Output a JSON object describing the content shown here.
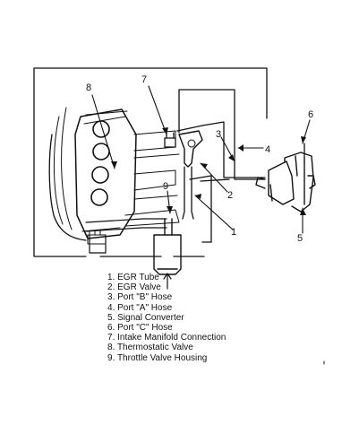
{
  "diagram": {
    "callouts": [
      "8",
      "7",
      "6",
      "3",
      "4",
      "9",
      "2",
      "1",
      "5"
    ]
  },
  "legend": [
    {
      "num": "1",
      "label": "EGR Tube"
    },
    {
      "num": "2",
      "label": "EGR Valve"
    },
    {
      "num": "3",
      "label": "Port \"B\" Hose"
    },
    {
      "num": "4",
      "label": "Port \"A\" Hose"
    },
    {
      "num": "5",
      "label": "Signal Converter"
    },
    {
      "num": "6",
      "label": "Port \"C\" Hose"
    },
    {
      "num": "7",
      "label": "Intake Manifold Connection"
    },
    {
      "num": "8",
      "label": "Thermostatic Valve"
    },
    {
      "num": "9",
      "label": "Throttle Valve Housing"
    }
  ]
}
